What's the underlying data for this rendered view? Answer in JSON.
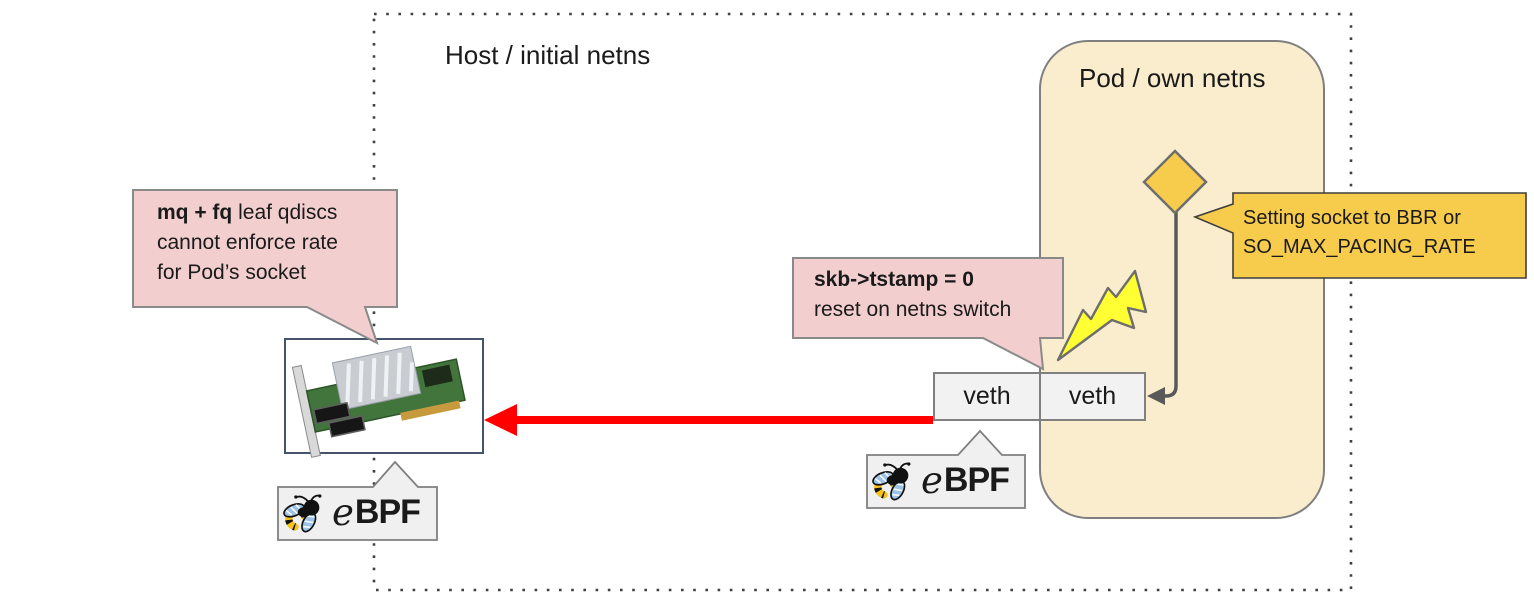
{
  "host": {
    "label": "Host / initial netns"
  },
  "pod": {
    "label": "Pod / own netns"
  },
  "veth_pair": {
    "left_label": "veth",
    "right_label": "veth"
  },
  "qdisc_bubble": {
    "bold_text": "mq + fq",
    "line1_rest": " leaf qdiscs",
    "line2": "cannot enforce rate",
    "line3": "for Pod’s socket"
  },
  "tstamp_bubble": {
    "line1_bold": "skb->tstamp = 0",
    "line2": "reset on netns switch"
  },
  "pacing_callout": {
    "line1": "Setting socket to BBR or",
    "line2": "SO_MAX_PACING_RATE"
  },
  "ebpf_logo": {
    "e_text": "e",
    "bpf_text": "BPF"
  },
  "icons": {
    "nic": "network-interface-card-photo",
    "bee": "ebpf-bee-icon",
    "lightning": "lightning-bolt-icon",
    "diamond": "socket-decision-diamond",
    "red_arrow": "redirect-arrow",
    "connector": "socket-to-veth-arrow"
  },
  "colors": {
    "text": "#1a1a1a",
    "dots": "#404040",
    "pod_fill": "#faedcd",
    "pod_border": "#7f7f7f",
    "gold_fill": "#f7cb4c",
    "diamond_border": "#6e6e6e",
    "callout_border": "#3f3f3f",
    "pink_fill": "#f2cece",
    "pink_border": "#8a8a8a",
    "gray_fill": "#f2f2f2",
    "gray_border": "#808080",
    "ebpf_fill": "#f0f0f0",
    "ebpf_border": "#7f7f7f",
    "lightning_fill": "#ffff33",
    "lightning_border": "#6e6e6e",
    "connector": "#595959",
    "red": "#ff0000",
    "nic_border": "#44546a"
  }
}
